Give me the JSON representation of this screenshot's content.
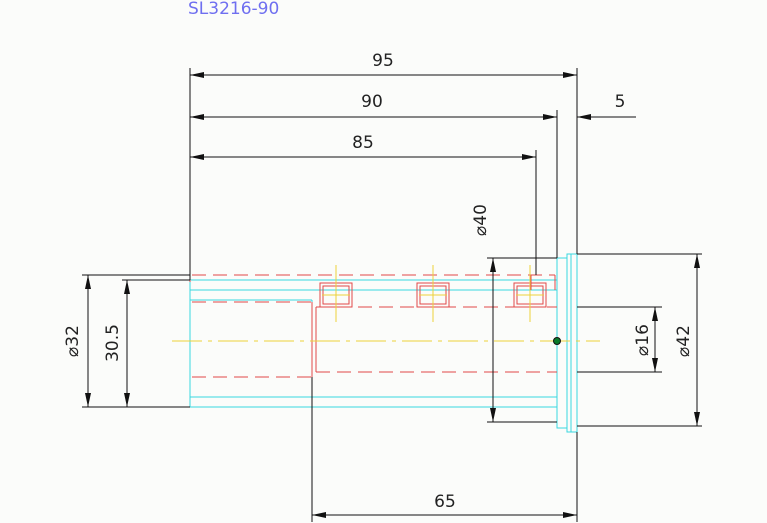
{
  "title": "SL3216-90",
  "dimensions": {
    "overall_length": "95",
    "length_90": "90",
    "length_85": "85",
    "flange_thickness": "5",
    "dia_40": "⌀40",
    "dia_32": "⌀32",
    "val_30_5": "30.5",
    "dia_16": "⌀16",
    "dia_42": "⌀42",
    "bottom_65": "65"
  },
  "colors": {
    "dimension_lines": "#111111",
    "outline": "#39d7e0",
    "hidden_lines": "#e24848",
    "center_lines": "#ecd23a",
    "title_text": "#6f6ff0"
  }
}
